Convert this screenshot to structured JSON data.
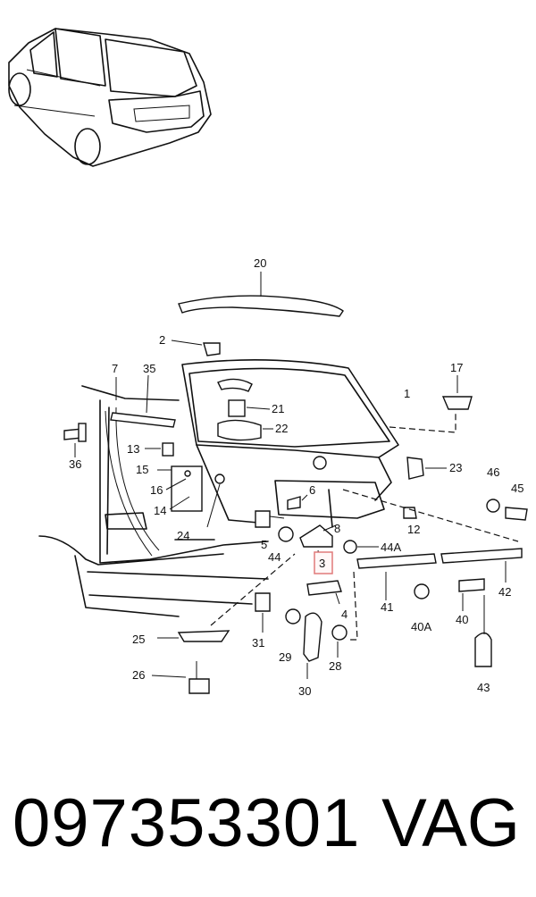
{
  "callouts": {
    "c1": "1",
    "c2": "2",
    "c3": "3",
    "c4": "4",
    "c5": "5",
    "c6": "6",
    "c7": "7",
    "c8": "8",
    "c12": "12",
    "c13": "13",
    "c14": "14",
    "c15": "15",
    "c16": "16",
    "c17": "17",
    "c20": "20",
    "c21": "21",
    "c22": "22",
    "c23": "23",
    "c24": "24",
    "c25": "25",
    "c26": "26",
    "c28": "28",
    "c29": "29",
    "c30": "30",
    "c31": "31",
    "c35": "35",
    "c36": "36",
    "c40": "40",
    "c40a": "40A",
    "c41": "41",
    "c42": "42",
    "c43": "43",
    "c44": "44",
    "c44a": "44A",
    "c45": "45",
    "c46": "46"
  },
  "highlight": {
    "part": "3",
    "color": "#e07a7a"
  },
  "footer": {
    "part_number": "097353301",
    "brand": "VAG"
  }
}
